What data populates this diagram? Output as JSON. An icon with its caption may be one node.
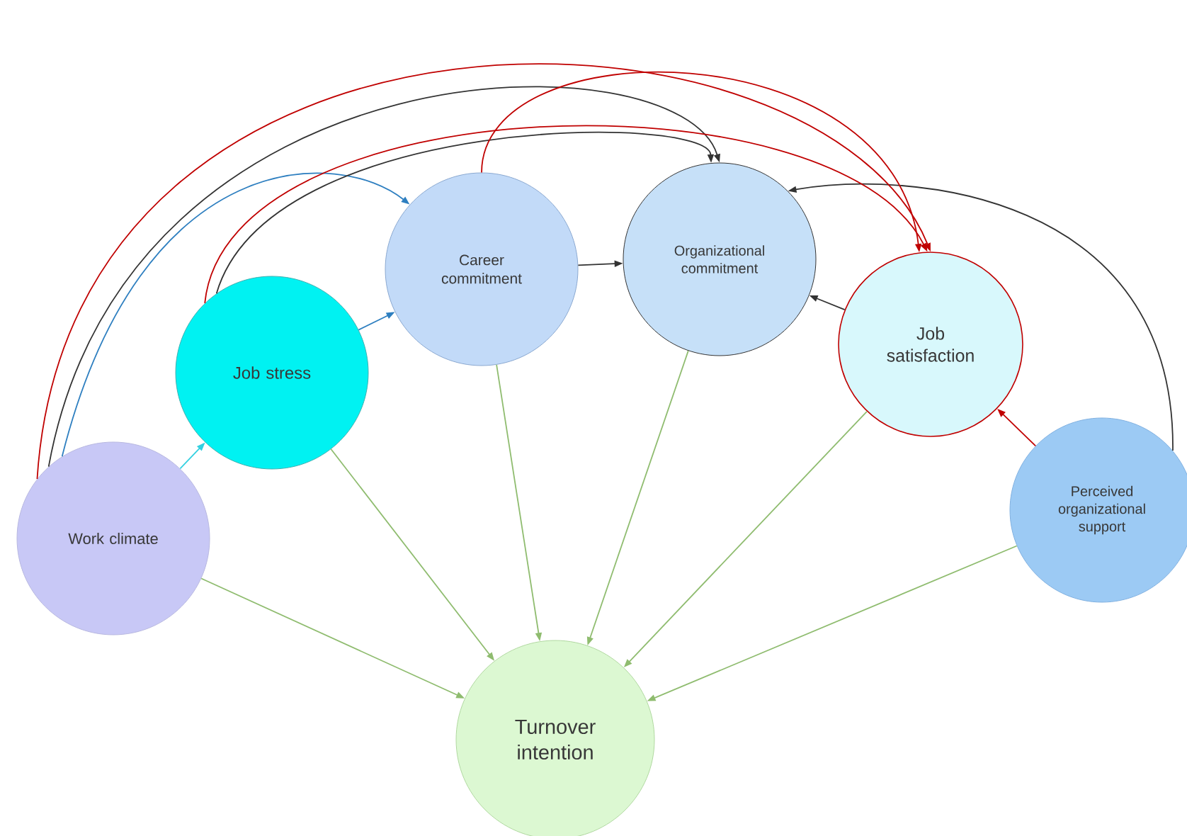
{
  "diagram": {
    "nodes": [
      {
        "text": [
          "Work climate"
        ]
      },
      {
        "text": [
          "Job stress"
        ]
      },
      {
        "text": [
          "Career commitment"
        ]
      },
      {
        "text": [
          "Organizational commitment"
        ]
      },
      {
        "text": [
          "Job satisfaction"
        ]
      },
      {
        "text": [
          "Perceived organizational support"
        ]
      },
      {
        "text": [
          "Turnover intention"
        ]
      }
    ],
    "edges": [
      {
        "from": 0,
        "to": 6,
        "arrow": "to"
      },
      {
        "from": 1,
        "to": 6,
        "arrow": "to"
      },
      {
        "from": 2,
        "to": 6,
        "arrow": "to"
      },
      {
        "from": 3,
        "to": 6,
        "arrow": "to"
      },
      {
        "from": 4,
        "to": 6,
        "arrow": "to"
      },
      {
        "from": 5,
        "to": 6,
        "arrow": "to"
      },
      {
        "from": 0,
        "to": 1,
        "arrow": "to",
        "color": "#33d0e0"
      },
      {
        "from": 1,
        "to": 2,
        "arrow": "to",
        "color": "#2e7fc0"
      },
      {
        "from": 2,
        "to": 3,
        "arrow": "to",
        "color": "#333333"
      },
      {
        "from": 4,
        "to": 3,
        "arrow": "to",
        "color": "#333333"
      },
      {
        "from": 5,
        "to": 4,
        "arrow": "to",
        "color": "#c00000"
      },
      {
        "from": 5,
        "to": 3,
        "arrow": "to",
        "color": "#333333"
      },
      {
        "from": 0,
        "to": 4,
        "arrow": "to",
        "color": "#c00000"
      },
      {
        "from": 0,
        "to": 3,
        "arrow": "to",
        "color": "#333333"
      },
      {
        "from": 0,
        "to": 2,
        "arrow": "to",
        "color": "#2e7fc0"
      },
      {
        "from": 1,
        "to": 4,
        "arrow": "to",
        "color": "#c00000"
      },
      {
        "from": 1,
        "to": 3,
        "arrow": "to",
        "color": "#333333"
      },
      {
        "from": 2,
        "to": 4,
        "arrow": "to",
        "color": "#c00000"
      }
    ]
  }
}
